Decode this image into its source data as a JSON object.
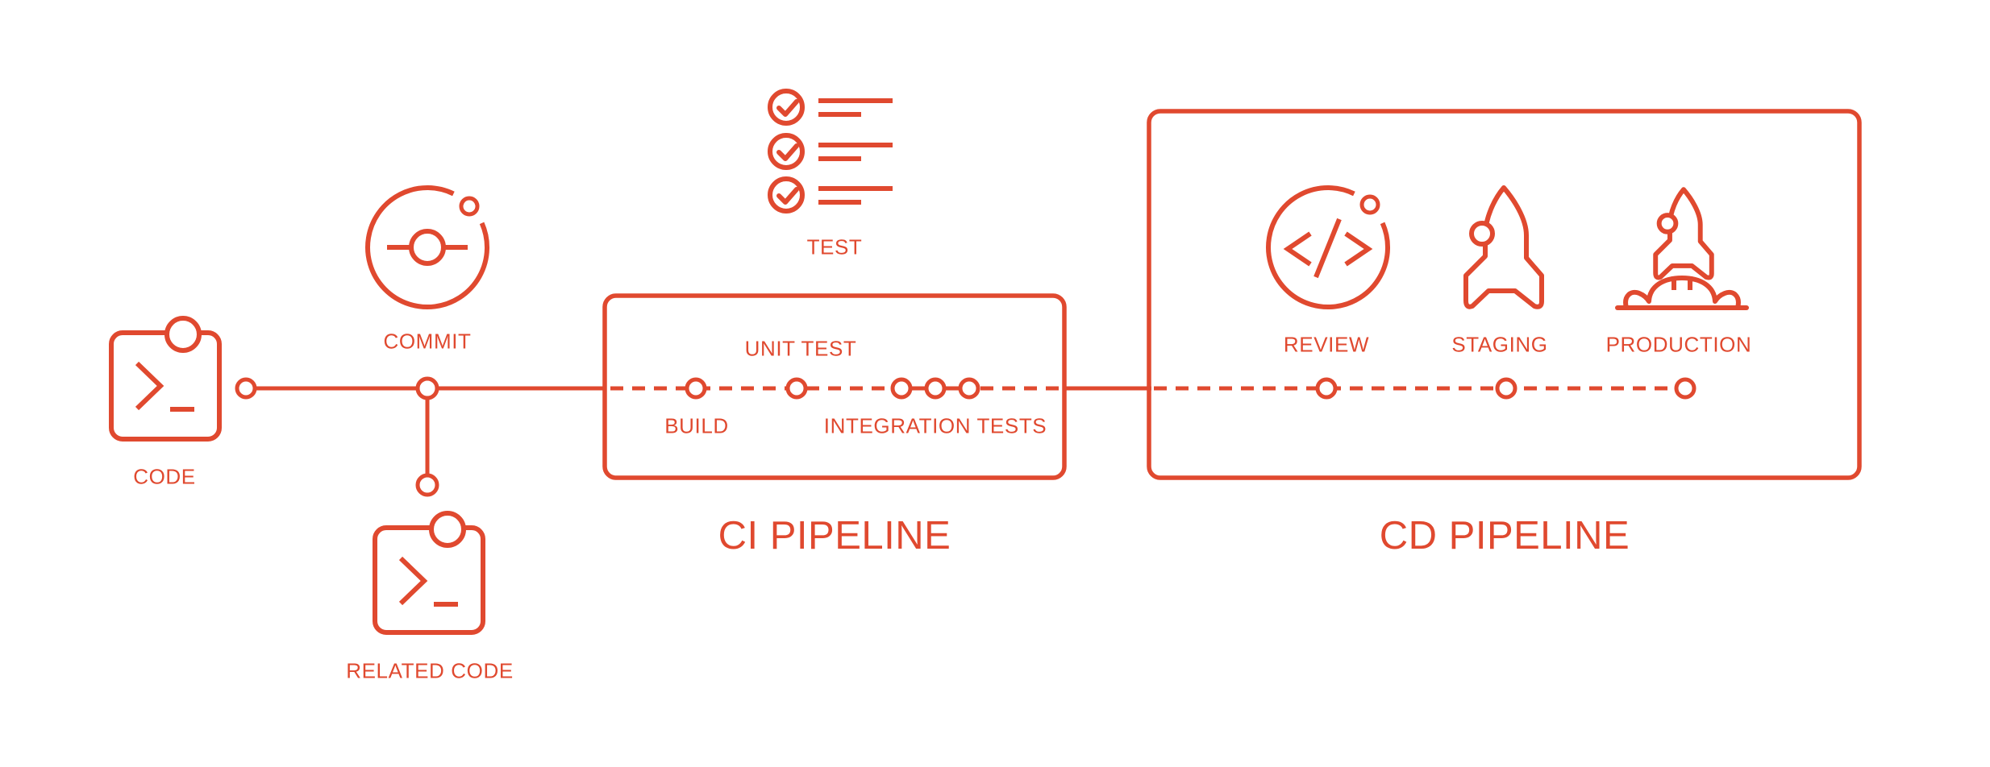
{
  "colors": {
    "accent": "#e0492f",
    "background": "#ffffff"
  },
  "stages": {
    "code": "CODE",
    "commit": "COMMIT",
    "related_code": "RELATED CODE",
    "test": "TEST",
    "build": "BUILD",
    "unit_test": "UNIT TEST",
    "integration_tests": "INTEGRATION TESTS",
    "review": "REVIEW",
    "staging": "STAGING",
    "production": "PRODUCTION"
  },
  "sections": {
    "ci": {
      "title": "CI PIPELINE"
    },
    "cd": {
      "title": "CD PIPELINE"
    }
  },
  "icons": [
    "terminal-code-icon",
    "commit-icon",
    "checklist-icon",
    "code-review-icon",
    "rocket-icon",
    "rocket-launch-icon"
  ]
}
